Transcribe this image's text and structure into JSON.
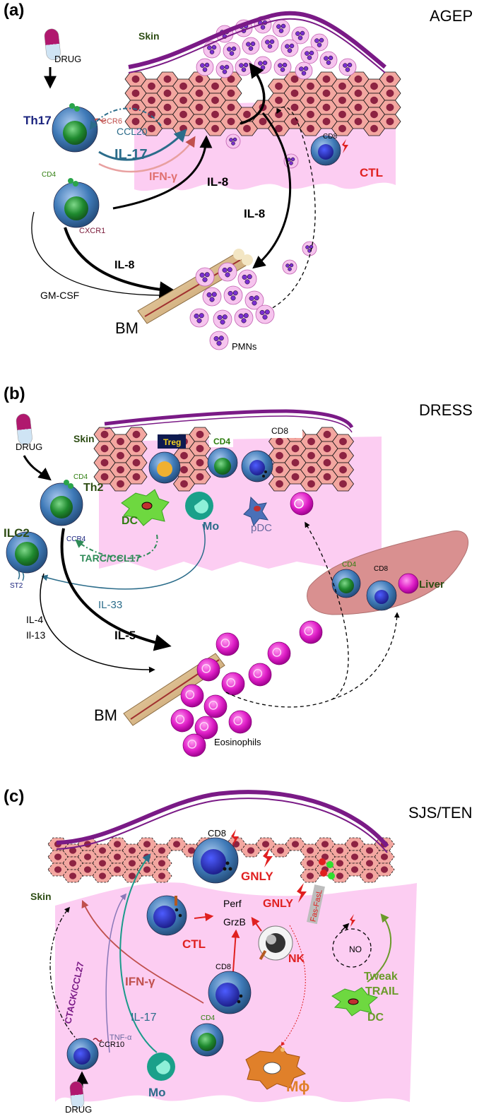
{
  "panels": {
    "a": {
      "letter": "(a)",
      "title": "AGEP",
      "labels": {
        "skin": "Skin",
        "drug": "DRUG",
        "th17": "Th17",
        "ccr6": "CCR6",
        "ccl20": "CCL20",
        "il17": "IL-17",
        "ifng": "IFN-γ",
        "il8_top": "IL-8",
        "il8_right": "IL-8",
        "il8_bottom": "IL-8",
        "cd4": "CD4",
        "cxcr1": "CXCR1",
        "gmcsf": "GM-CSF",
        "bm": "BM",
        "pmns": "PMNs",
        "cd8": "CD8",
        "ctl": "CTL"
      }
    },
    "b": {
      "letter": "(b)",
      "title": "DRESS",
      "labels": {
        "skin": "Skin",
        "drug": "DRUG",
        "treg": "Treg",
        "cd4_skin": "CD4",
        "cd8_skin": "CD8",
        "cd4": "CD4",
        "th2": "Th2",
        "ilc2": "ILC2",
        "ccr4": "CCR4",
        "st2": "ST2",
        "dc": "DC",
        "mo": "Mo",
        "pdc": "pDC",
        "tarc": "TARC/CCL17",
        "il33": "IL-33",
        "il4": "IL-4",
        "il13": "Il-13",
        "il5": "IL-5",
        "bm": "BM",
        "eosinophils": "Eosinophils",
        "liver": "Liver",
        "cd4_liver": "CD4",
        "cd8_liver": "CD8"
      }
    },
    "c": {
      "letter": "(c)",
      "title": "SJS/TEN",
      "labels": {
        "skin": "Skin",
        "cd8_top": "CD8",
        "gnly1": "GNLY",
        "gnly2": "GNLY",
        "perf": "Perf",
        "grzb": "GrzB",
        "ctl": "CTL",
        "nk": "NK",
        "fasfasl": "Fas-FasL",
        "no": "NO",
        "ctack": "CTACK/CCL27",
        "ifng": "IFN-γ",
        "il17": "IL-17",
        "tnfa": "TNF-α",
        "cd8_mid": "CD8",
        "cd4": "CD4",
        "ccr10": "CCR10",
        "mo": "Mo",
        "mphi": "Mϕ",
        "tweak": "Tweak",
        "trail": "TRAIL",
        "dc": "DC",
        "drug": "DRUG"
      }
    }
  },
  "colors": {
    "skin_pink": "#fccdf2",
    "keratinocyte": "#f3a7a0",
    "nucleus": "#8d2342",
    "epidermis_line": "#7a1a86",
    "neutrophil": "#7b2fd0",
    "eosinophil": "#e020c8",
    "label_red": "#e02020",
    "label_green": "#2e7d0e",
    "label_navy": "#1a237e",
    "cell_blue": "#3d7bb5",
    "cell_green": "#1f8a2f",
    "liver": "#d99090"
  }
}
